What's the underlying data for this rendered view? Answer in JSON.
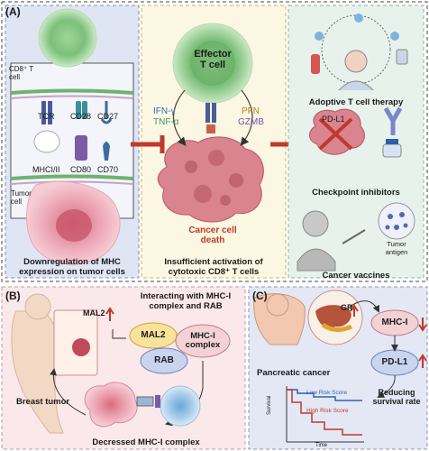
{
  "panel_a": {
    "tag": "(A)",
    "left": {
      "cell_label": "CD8⁺ T\ncell",
      "receptors": [
        "TCR",
        "CD28",
        "CD27"
      ],
      "ligands": [
        "MHCI/II",
        "CD80",
        "CD70"
      ],
      "tumor_cell_label": "Tumor\ncell",
      "caption": "Downregulation of MHC\nexpression on tumor cells"
    },
    "middle": {
      "cell_label": "Effector\nT cell",
      "cytokines_left": [
        "IFN-γ",
        "TNF-α"
      ],
      "cytokines_right": [
        "PFN",
        "GZMB"
      ],
      "death_label": "Cancer cell\ndeath",
      "caption": "Insufficient activation of\ncytotoxic CD8⁺ T cells"
    },
    "right": {
      "therapy1": "Adoptive T cell therapy",
      "pdl1": "PD-L1",
      "therapy2": "Checkpoint inhibitors",
      "antigen": "Tumor\nantigen",
      "therapy3": "Cancer vaccines"
    }
  },
  "panel_b": {
    "tag": "(B)",
    "title": "Interacting with MHC-I\ncomplex and RAB",
    "mal2_small": "MAL2",
    "mal2": "MAL2",
    "mhc_complex": "MHC-I\ncomplex",
    "rab": "RAB",
    "breast": "Breast tumor",
    "decreased": "Decressed MHC-I complex"
  },
  "panel_c": {
    "tag": "(C)",
    "gr": "GR",
    "mhc": "MHC-I",
    "pdl1": "PD-L1",
    "cancer": "Pancreatic cancer",
    "reducing": "Reducing\nsurvival rate",
    "low": "Low Risk Score",
    "high": "High Risk Score",
    "ylabel": "Survival",
    "xlabel": "Time"
  },
  "colors": {
    "red_arrow": "#c0392b",
    "green_cell": "#8fc58f",
    "tumor_pink": "#e8a0ad",
    "death_red": "#c0392b",
    "low_blue": "#3060b0",
    "high_red": "#c0392b"
  }
}
